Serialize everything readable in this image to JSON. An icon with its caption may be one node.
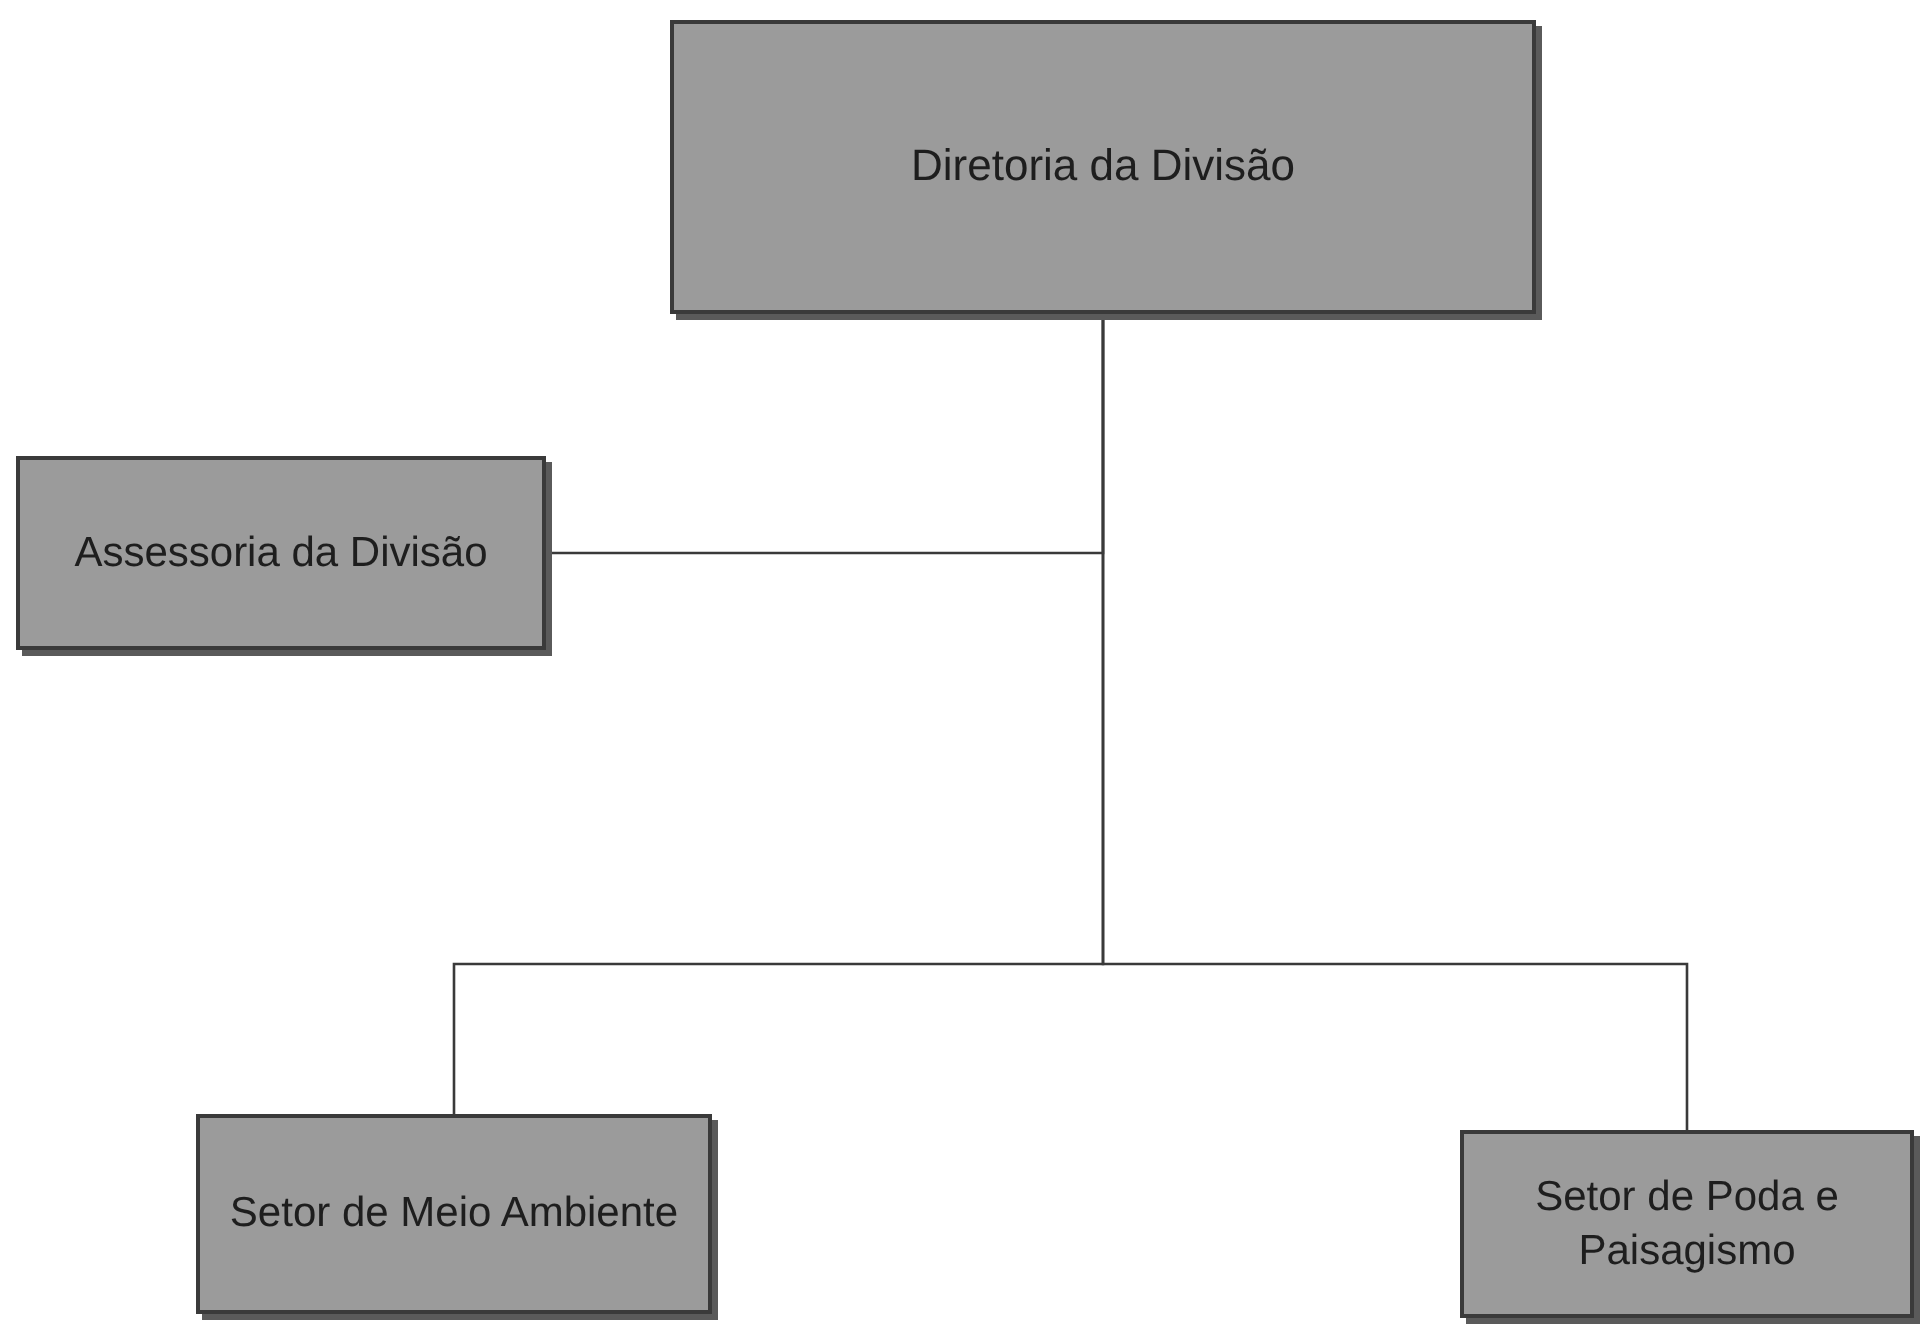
{
  "diagram": {
    "nodes": [
      {
        "text": [
          "Diretoria da Divisão"
        ]
      },
      {
        "text": [
          "Assessoria da Divisão"
        ]
      },
      {
        "text": [
          "Setor de Meio Ambiente"
        ]
      },
      {
        "text": [
          "Setor de Poda e Paisagismo"
        ]
      }
    ],
    "edges": [
      {
        "from": 0,
        "to": 1,
        "arrow": "none"
      },
      {
        "from": 0,
        "to": 2,
        "arrow": "none"
      },
      {
        "from": 0,
        "to": 3,
        "arrow": "none"
      }
    ]
  }
}
